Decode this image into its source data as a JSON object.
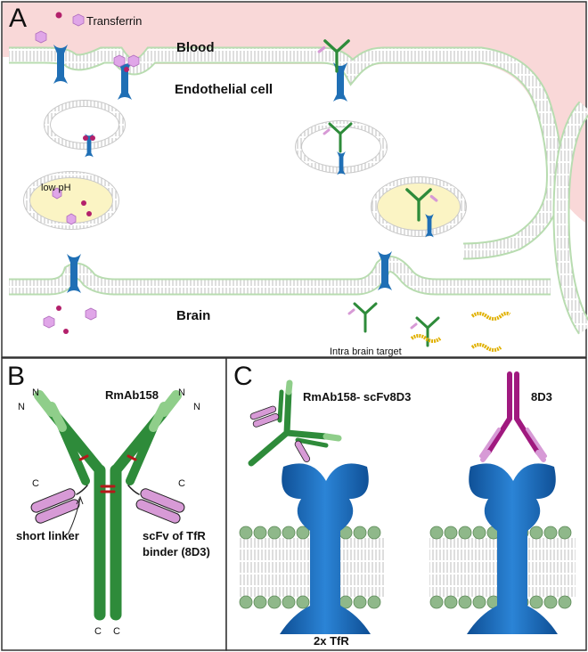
{
  "panels": {
    "a": {
      "letter": "A",
      "transferrin": "Transferrin",
      "blood": "Blood",
      "endothelial": "Endothelial cell",
      "low_ph": "low pH",
      "brain": "Brain",
      "intra_brain_target": "Intra brain target"
    },
    "b": {
      "letter": "B",
      "antibody": "RmAb158",
      "n_label": "N",
      "c_label": "C",
      "short_linker": "short linker",
      "scfv_line1": "scFv of TfR",
      "scfv_line2": "binder (8D3)"
    },
    "c": {
      "letter": "C",
      "fusion": "RmAb158- scFv8D3",
      "mab": "8D3",
      "receptor": "2x TfR"
    }
  },
  "colors": {
    "blood": "#f9d8d8",
    "vesicle_lumen": "#fbf4c4",
    "membrane_outline": "#b8dcb0",
    "receptor": "#1f6fb5",
    "antibody_green": "#2e8b3a",
    "antibody_light_green": "#8fce8a",
    "scfv_pink": "#d79ad6",
    "mab_magenta": "#a0197f",
    "transferrin": "#e0a6e8",
    "iron": "#b3206b",
    "target": "#e0b000",
    "lipid_head": "#8fb88a"
  }
}
